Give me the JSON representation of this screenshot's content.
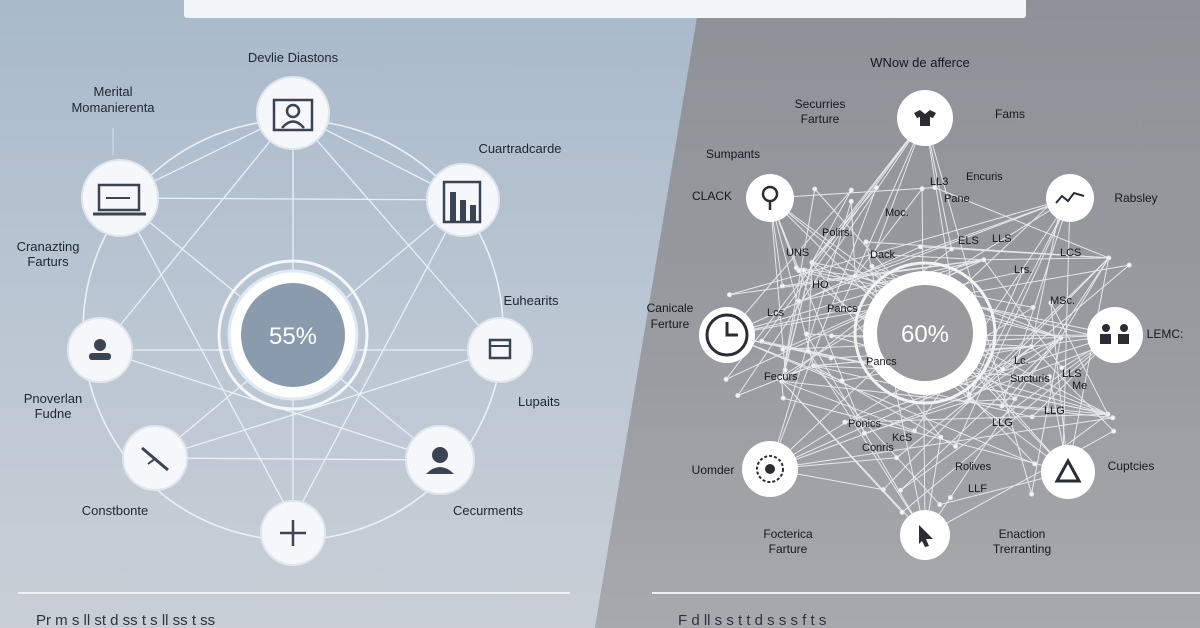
{
  "left_panel": {
    "heading": "Devlie Diastons",
    "center_value": "55%",
    "labels": {
      "top_left": [
        "Merital",
        "Momanierenta"
      ],
      "right_top": "Cuartradcarde",
      "left_mid": [
        "Cranazting",
        "Farturs"
      ],
      "right_mid": "Euhearits",
      "left_low": [
        "Pnoverlan",
        "Fudne"
      ],
      "right_low": "Lupaits",
      "bottom_left": "Constbonte",
      "bottom_right": "Cecurments"
    }
  },
  "right_panel": {
    "heading": "WNow de afferce",
    "center_value": "60%",
    "labels": {
      "top": [
        "Securries",
        "Farture"
      ],
      "top_right": "Fams",
      "sumpants": "Sumpants",
      "clack": "CLACK",
      "rabsley": "Rabsley",
      "left_mid": [
        "Canicale",
        "Ferture"
      ],
      "right_mid": "LEMC:",
      "left_low": "Uomder",
      "right_low": "Cuptcies",
      "bottom": [
        "Focterica",
        "Farture"
      ],
      "bottom_right": [
        "Enaction",
        "Trerranting"
      ]
    },
    "cluster_words": [
      "LL3",
      "Encuris",
      "Pane",
      "Moc.",
      "Polirs.",
      "UNS",
      "Dack",
      "ELS",
      "LLS",
      "LCS",
      "Lrs.",
      "MSc.",
      "HO",
      "Pancs",
      "Lcs",
      "Lc.",
      "LLS",
      "Me",
      "Sucturis",
      "LLG",
      "LLG",
      "Ponics",
      "Conris",
      "Fecurs",
      "Pancs",
      "Rolives",
      "LLF",
      "KcS"
    ]
  },
  "footer": {
    "left_text": "Pr      m   s  ll    st d  ss  t  s  ll   ss    t  ss",
    "right_text": "F   d  ll    s  s   t t   d  s     s  s    f   t  s"
  },
  "colors": {
    "left_bg": "#b3c3d2",
    "right_bg": "#94979c",
    "left_center_fill": "#8b9bae",
    "right_center_fill": "#9a9a9c",
    "line_light": "#e8f0f8"
  },
  "icons": {
    "left": [
      "person-frame-icon",
      "laptop-chart-icon",
      "bar-chart-icon",
      "user-icon",
      "screen-icon",
      "tools-icon",
      "profile-icon",
      "plus-icon"
    ],
    "right": [
      "shirt-icon",
      "location-pin-icon",
      "trend-line-icon",
      "clock-icon",
      "people-icon",
      "globe-icon",
      "triangle-icon",
      "cursor-icon"
    ]
  }
}
